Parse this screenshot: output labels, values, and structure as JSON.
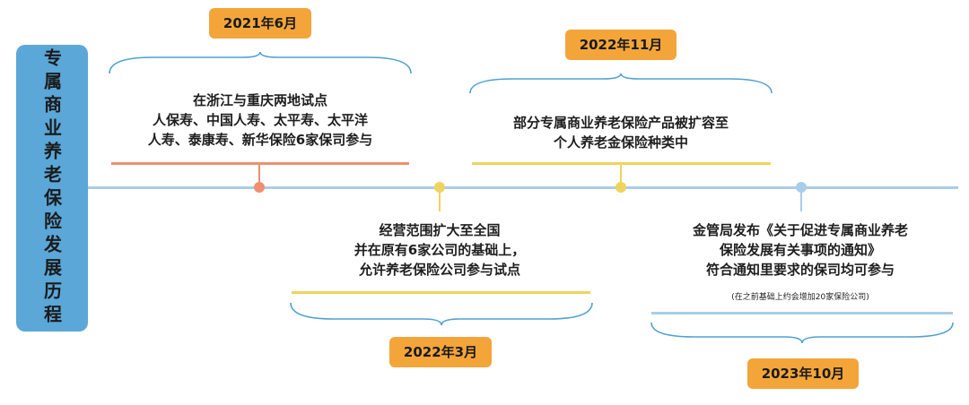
{
  "title": "专属商业养老保险发展历程",
  "colors": {
    "accent_blue": "#5aa7d8",
    "date_orange": "#f3a53a",
    "timeline": "#a9cde9",
    "brace": "#4ea2cf",
    "event1": "#ef8f6e",
    "event2": "#f0d35e",
    "event3": "#f0d35e",
    "event4": "#a9cde9"
  },
  "events": [
    {
      "date": "2021年6月",
      "lines": [
        "在浙江与重庆两地试点",
        "人保寿、中国人寿、太平寿、太平洋",
        "人寿、泰康寿、新华保险6家保司参与"
      ]
    },
    {
      "date": "2022年3月",
      "lines": [
        "经营范围扩大至全国",
        "并在原有6家公司的基础上，",
        "允许养老保险公司参与试点"
      ]
    },
    {
      "date": "2022年11月",
      "lines": [
        "部分专属商业养老保险产品被扩容至",
        "个人养老金保险种类中"
      ]
    },
    {
      "date": "2023年10月",
      "lines": [
        "金管局发布《关于促进专属商业养老",
        "保险发展有关事项的通知》",
        "符合通知里要求的保司均可参与"
      ],
      "note": "(在之前基础上约会增加20家保险公司)"
    }
  ]
}
